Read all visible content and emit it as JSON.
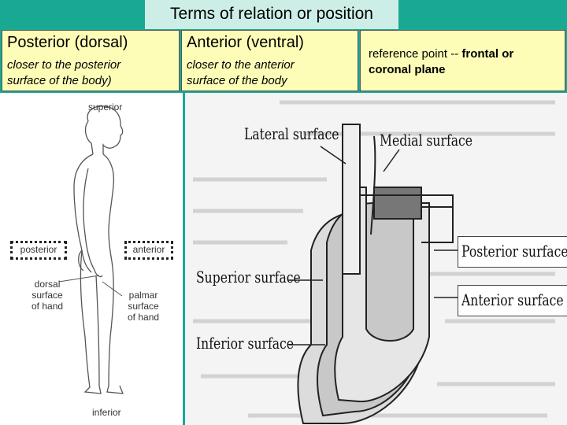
{
  "title": "Terms of relation or position",
  "columns": [
    {
      "heading": "Posterior (dorsal)",
      "body_line1": "closer to the posterior",
      "body_line2": "surface of the body)"
    },
    {
      "heading": "Anterior (ventral)",
      "body_line1": "closer to the anterior",
      "body_line2": "surface of the body"
    }
  ],
  "reference": {
    "prefix": "reference point -- ",
    "bold1": "frontal or",
    "bold2": "coronal plane"
  },
  "figure_left": {
    "superior": "superior",
    "posterior": "posterior",
    "anterior": "anterior",
    "dorsal_1": "dorsal",
    "dorsal_2": "surface",
    "dorsal_3": "of hand",
    "palmar_1": "palmar",
    "palmar_2": "surface",
    "palmar_3": "of hand",
    "inferior": "inferior"
  },
  "figure_right": {
    "lateral": "Lateral surface",
    "medial": "Medial surface",
    "posterior": "Posterior surface",
    "superior": "Superior surface",
    "anterior": "Anterior surface",
    "inferior": "Inferior surface"
  },
  "colors": {
    "background": "#19a892",
    "title_box": "#cdeee6",
    "cell": "#fdfdb8"
  }
}
